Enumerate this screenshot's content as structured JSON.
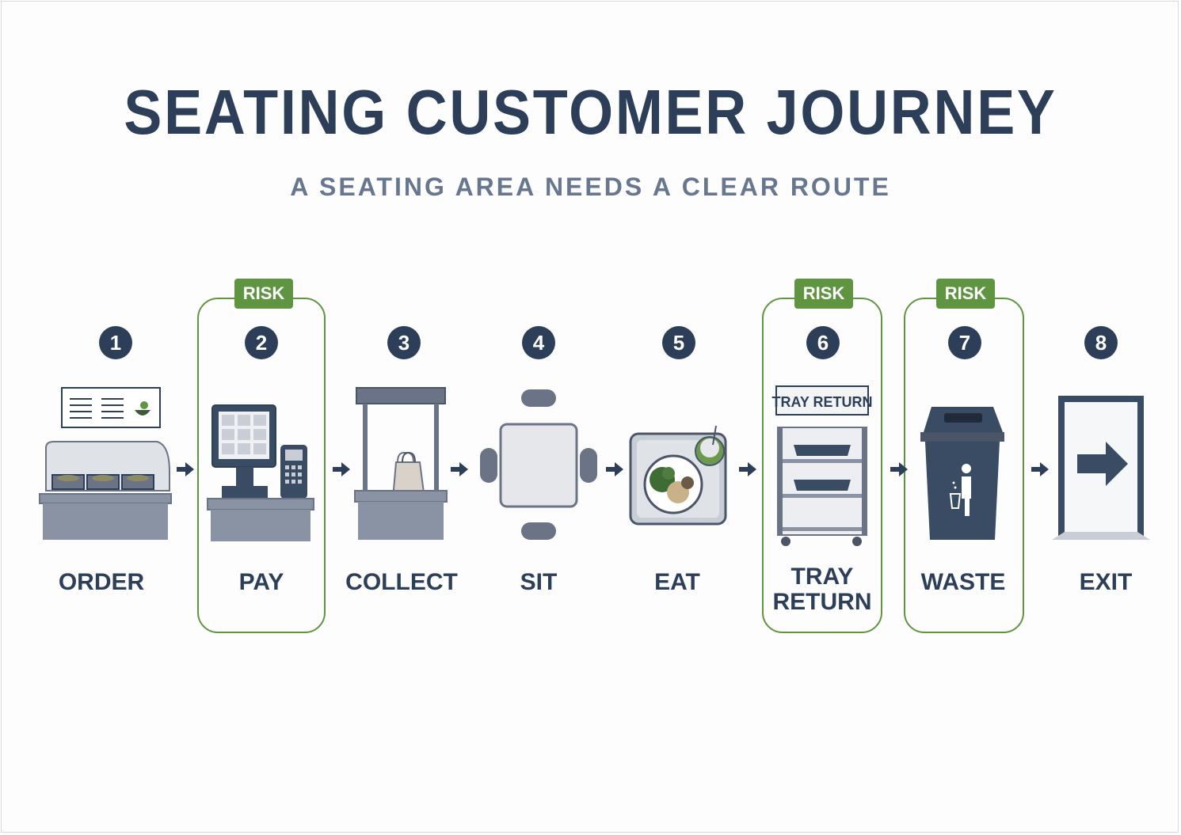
{
  "title": "SEATING CUSTOMER JOURNEY",
  "subtitle": "A SEATING AREA NEEDS A CLEAR ROUTE",
  "risk_label": "RISK",
  "steps": [
    {
      "number": "1",
      "label": "ORDER",
      "risk": false
    },
    {
      "number": "2",
      "label": "PAY",
      "risk": true
    },
    {
      "number": "3",
      "label": "COLLECT",
      "risk": false
    },
    {
      "number": "4",
      "label": "SIT",
      "risk": false
    },
    {
      "number": "5",
      "label": "EAT",
      "risk": false
    },
    {
      "number": "6",
      "label": "TRAY\nRETURN",
      "risk": true
    },
    {
      "number": "7",
      "label": "WASTE",
      "risk": true
    },
    {
      "number": "8",
      "label": "EXIT",
      "risk": false
    }
  ],
  "tray_return_sign": "TRAY RETURN",
  "icons": [
    "food-counter-icon",
    "pos-terminal-icon",
    "collection-stand-icon",
    "table-chairs-icon",
    "meal-tray-icon",
    "tray-rack-icon",
    "waste-bin-icon",
    "exit-door-icon"
  ],
  "colors": {
    "navy": "#2c3e58",
    "green": "#5f9441",
    "gray": "#6b7486",
    "light": "#e2e4e8"
  }
}
